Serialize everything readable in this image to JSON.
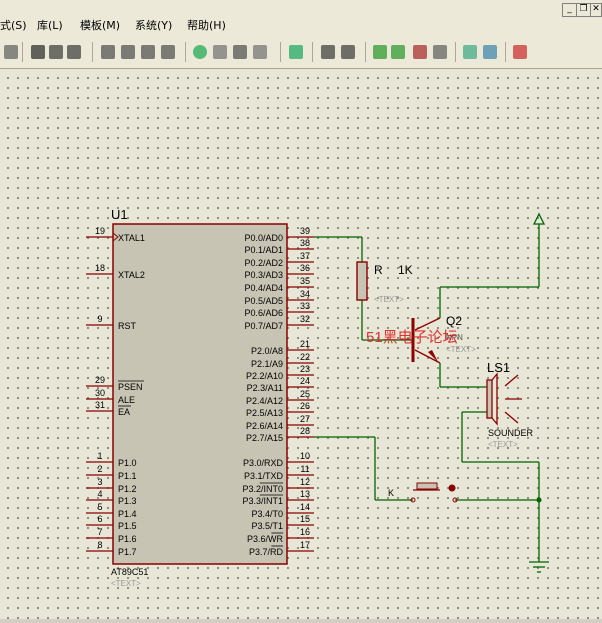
{
  "menu": {
    "items": [
      "式(S)",
      "库(L)",
      "模板(M)",
      "系统(Y)",
      "帮助(H)"
    ]
  },
  "window_controls": {
    "minimize": "_",
    "restore": "❐",
    "close": "✕"
  },
  "toolbar": {
    "icons": [
      "undo-icon",
      "cut-icon",
      "copy-icon",
      "paste-icon",
      "block-copy-icon",
      "block-move-icon",
      "block-rotate-icon",
      "block-delete-icon",
      "zoom-icon",
      "pick-device-icon",
      "make-device-icon",
      "decompose-icon",
      "wire-autorouter-icon",
      "search-icon",
      "property-tool-icon",
      "new-sheet-icon",
      "add-sheet-icon",
      "remove-sheet-icon",
      "goto-sheet-icon",
      "bom-icon",
      "netlist-icon",
      "ares-icon"
    ]
  },
  "schematic": {
    "mcu": {
      "ref": "U1",
      "part": "AT89C51",
      "text_placeholder": "<TEXT>",
      "left_pins": [
        {
          "num": "19",
          "name": "XTAL1"
        },
        {
          "num": "18",
          "name": "XTAL2"
        },
        {
          "num": "9",
          "name": "RST"
        },
        {
          "num": "29",
          "name": "PSEN"
        },
        {
          "num": "30",
          "name": "ALE"
        },
        {
          "num": "31",
          "name": "EA"
        },
        {
          "num": "1",
          "name": "P1.0"
        },
        {
          "num": "2",
          "name": "P1.1"
        },
        {
          "num": "3",
          "name": "P1.2"
        },
        {
          "num": "4",
          "name": "P1.3"
        },
        {
          "num": "5",
          "name": "P1.4"
        },
        {
          "num": "6",
          "name": "P1.5"
        },
        {
          "num": "7",
          "name": "P1.6"
        },
        {
          "num": "8",
          "name": "P1.7"
        }
      ],
      "right_pins": [
        {
          "num": "39",
          "name": "P0.0/AD0"
        },
        {
          "num": "38",
          "name": "P0.1/AD1"
        },
        {
          "num": "37",
          "name": "P0.2/AD2"
        },
        {
          "num": "36",
          "name": "P0.3/AD3"
        },
        {
          "num": "35",
          "name": "P0.4/AD4"
        },
        {
          "num": "34",
          "name": "P0.5/AD5"
        },
        {
          "num": "33",
          "name": "P0.6/AD6"
        },
        {
          "num": "32",
          "name": "P0.7/AD7"
        },
        {
          "num": "21",
          "name": "P2.0/A8"
        },
        {
          "num": "22",
          "name": "P2.1/A9"
        },
        {
          "num": "23",
          "name": "P2.2/A10"
        },
        {
          "num": "24",
          "name": "P2.3/A11"
        },
        {
          "num": "25",
          "name": "P2.4/A12"
        },
        {
          "num": "26",
          "name": "P2.5/A13"
        },
        {
          "num": "27",
          "name": "P2.6/A14"
        },
        {
          "num": "28",
          "name": "P2.7/A15"
        },
        {
          "num": "10",
          "name": "P3.0/RXD"
        },
        {
          "num": "11",
          "name": "P3.1/TXD"
        },
        {
          "num": "12",
          "name": "P3.2/INT0"
        },
        {
          "num": "13",
          "name": "P3.3/INT1"
        },
        {
          "num": "14",
          "name": "P3.4/T0"
        },
        {
          "num": "15",
          "name": "P3.5/T1"
        },
        {
          "num": "16",
          "name": "P3.6/WR"
        },
        {
          "num": "17",
          "name": "P3.7/RD"
        }
      ]
    },
    "resistor": {
      "ref": "R",
      "value": "1K",
      "text_placeholder": "<TEXT>"
    },
    "transistor": {
      "ref": "Q2",
      "type": "NPN",
      "text_placeholder": "<TEXT>"
    },
    "buzzer": {
      "ref": "LS1",
      "part": "SOUNDER",
      "text_placeholder": "<TEXT>"
    },
    "switch": {
      "ref": "K"
    },
    "watermark": "51黑电子论坛",
    "colors": {
      "wire": "#006400",
      "component": "#8b0000",
      "body": "#c8c4b4",
      "watermark": "#e02020"
    }
  }
}
